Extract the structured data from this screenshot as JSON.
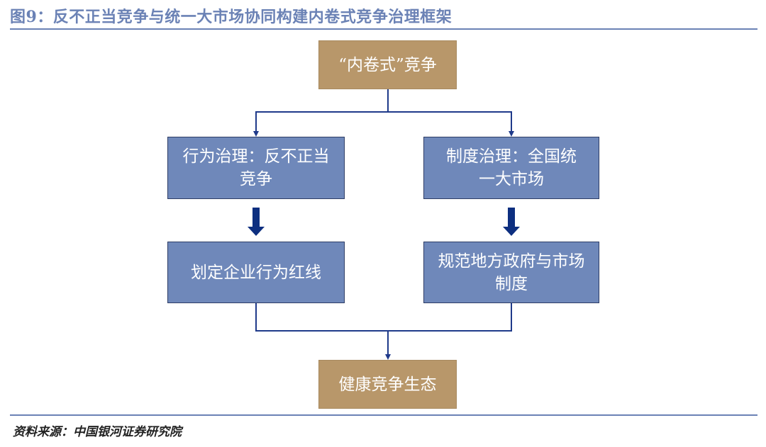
{
  "title": "图9：反不正当竞争与统一大市场协同构建内卷式竞争治理框架",
  "nodes": {
    "top": "“内卷式”竞争",
    "left_governance": "行为治理：反不正当竞争",
    "right_governance": "制度治理：全国统一大市场",
    "left_action": "划定企业行为红线",
    "right_action": "规范地方政府与市场制度",
    "bottom": "健康竞争生态"
  },
  "source": "资料来源：中国银河证券研究院",
  "colors": {
    "title": "#6b82b5",
    "tan": "#b8976a",
    "box_blue": "#6f88ba",
    "line": "#1f3a8a",
    "arrow": "#0d2f80"
  }
}
